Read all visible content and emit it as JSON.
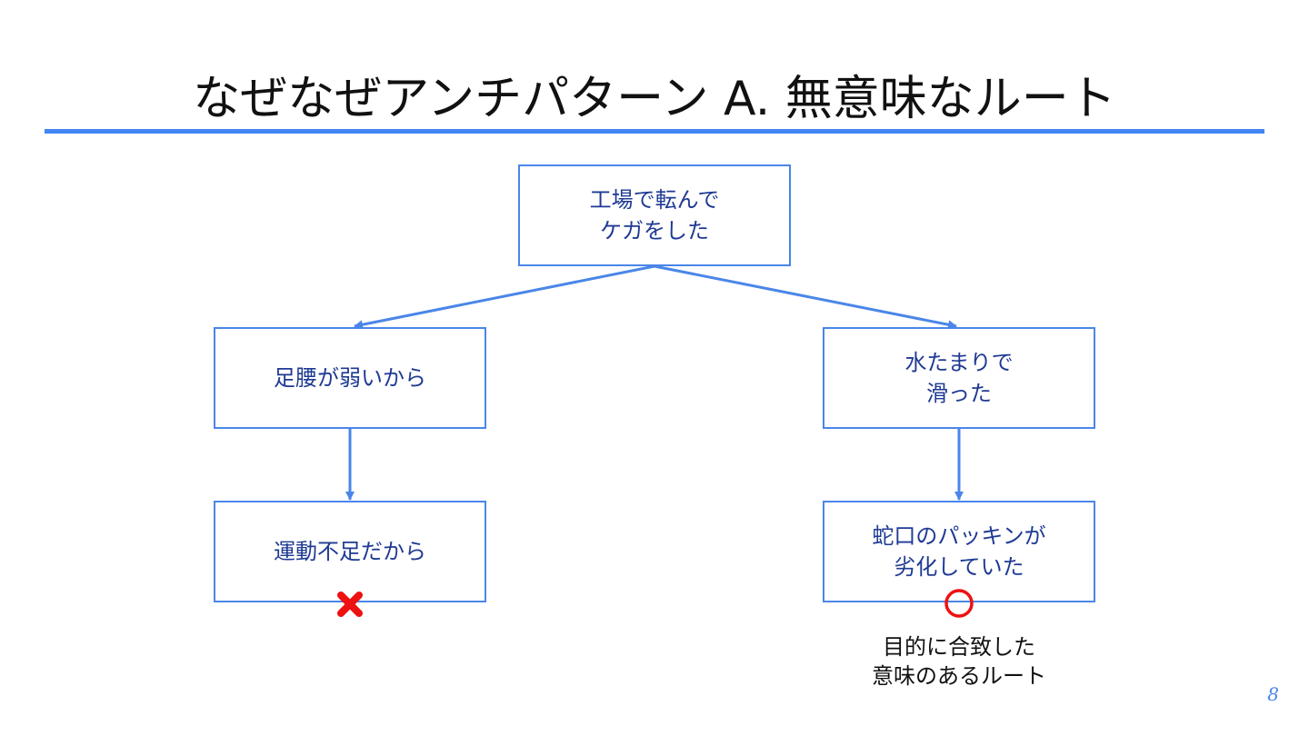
{
  "title": "なぜなぜアンチパターン A. 無意味なルート",
  "nodes": {
    "root": "工場で転んで\nケガをした",
    "left1": "足腰が弱いから",
    "left2": "運動不足だから",
    "right1": "水たまりで\n滑った",
    "right2": "蛇口のパッキンが\n劣化していた"
  },
  "marks": {
    "left": "✖",
    "right": "◯"
  },
  "note": "目的に合致した\n意味のあるルート",
  "page_number": "8",
  "colors": {
    "accent": "#4285f4",
    "box_border": "#4a86e8",
    "box_text": "#1f3a93",
    "mark": "#ee1111"
  }
}
